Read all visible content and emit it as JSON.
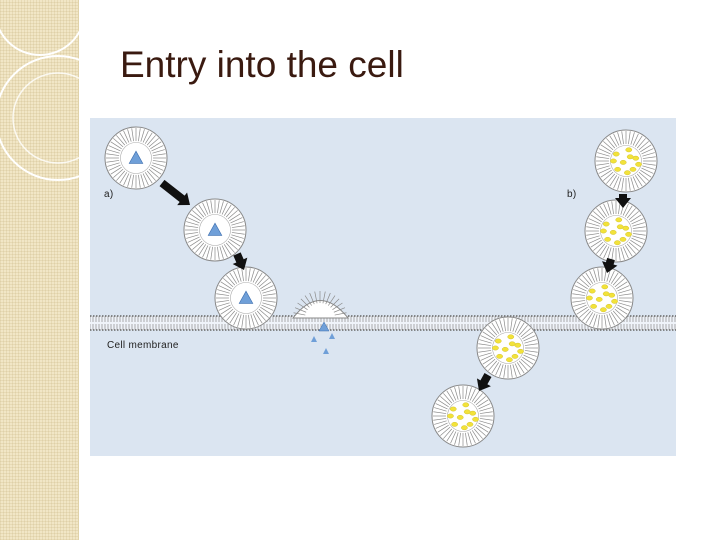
{
  "slide": {
    "title": "Entry into the cell"
  },
  "diagram": {
    "label_a": "a)",
    "label_b": "b)",
    "membrane_label": "Cell membrane"
  },
  "colors": {
    "panel_bg": "#dbe5f1",
    "strip_bg": "#f1e6c6",
    "title_color": "#3a1a10",
    "drug_triangle": "#6f9fd8",
    "drug_yellow": "#f2e23a",
    "lipid": "#8a8a8a",
    "arrow": "#111111"
  },
  "icons": [
    "liposome-icon",
    "arrow-icon",
    "membrane-icon"
  ]
}
